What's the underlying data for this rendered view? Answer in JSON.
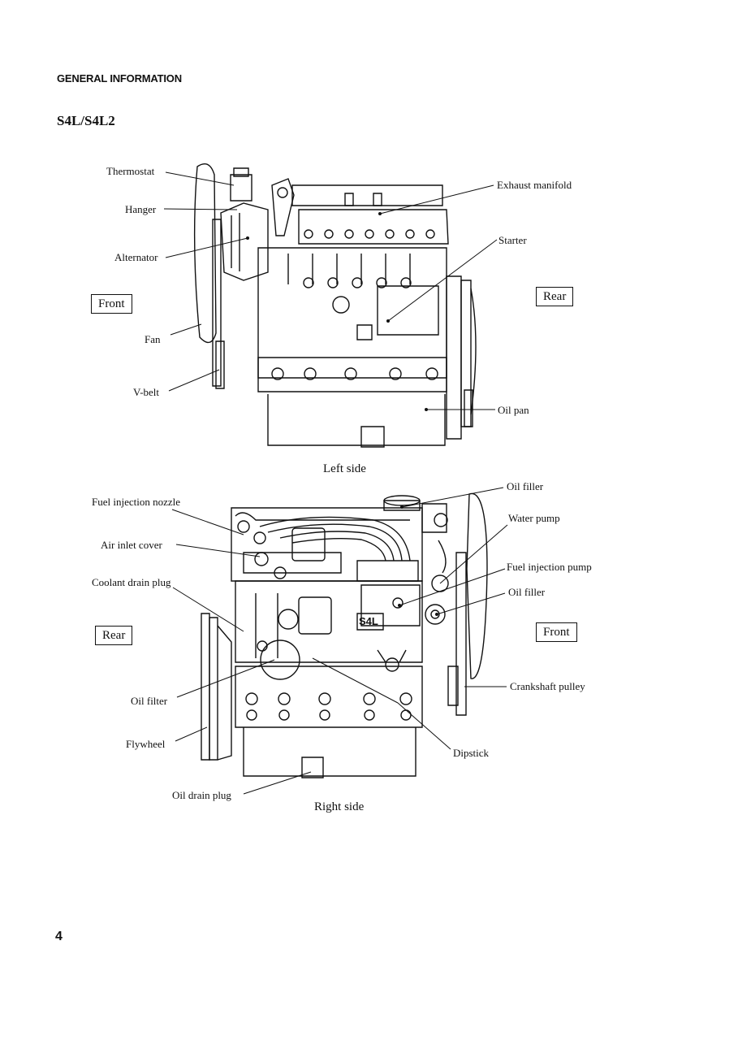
{
  "header": {
    "section": "GENERAL INFORMATION",
    "model": "S4L/S4L2"
  },
  "left_view": {
    "caption": "Left side",
    "front_label": "Front",
    "rear_label": "Rear",
    "labels": {
      "thermostat": "Thermostat",
      "hanger": "Hanger",
      "alternator": "Alternator",
      "fan": "Fan",
      "v_belt": "V-belt",
      "exhaust_manifold": "Exhaust manifold",
      "starter": "Starter",
      "oil_pan": "Oil pan"
    }
  },
  "right_view": {
    "caption": "Right side",
    "front_label": "Front",
    "rear_label": "Rear",
    "engine_mark": "S4L",
    "labels": {
      "fuel_injection_nozzle": "Fuel injection nozzle",
      "air_inlet_cover": "Air inlet cover",
      "coolant_drain_plug": "Coolant drain plug",
      "oil_filter": "Oil filter",
      "flywheel": "Flywheel",
      "oil_drain_plug": "Oil drain plug",
      "oil_filler_top": "Oil filler",
      "water_pump": "Water pump",
      "fuel_injection_pump": "Fuel injection pump",
      "oil_filler_side": "Oil filler",
      "crankshaft_pulley": "Crankshaft pulley",
      "dipstick": "Dipstick"
    }
  },
  "footer": {
    "page_number": "4"
  }
}
